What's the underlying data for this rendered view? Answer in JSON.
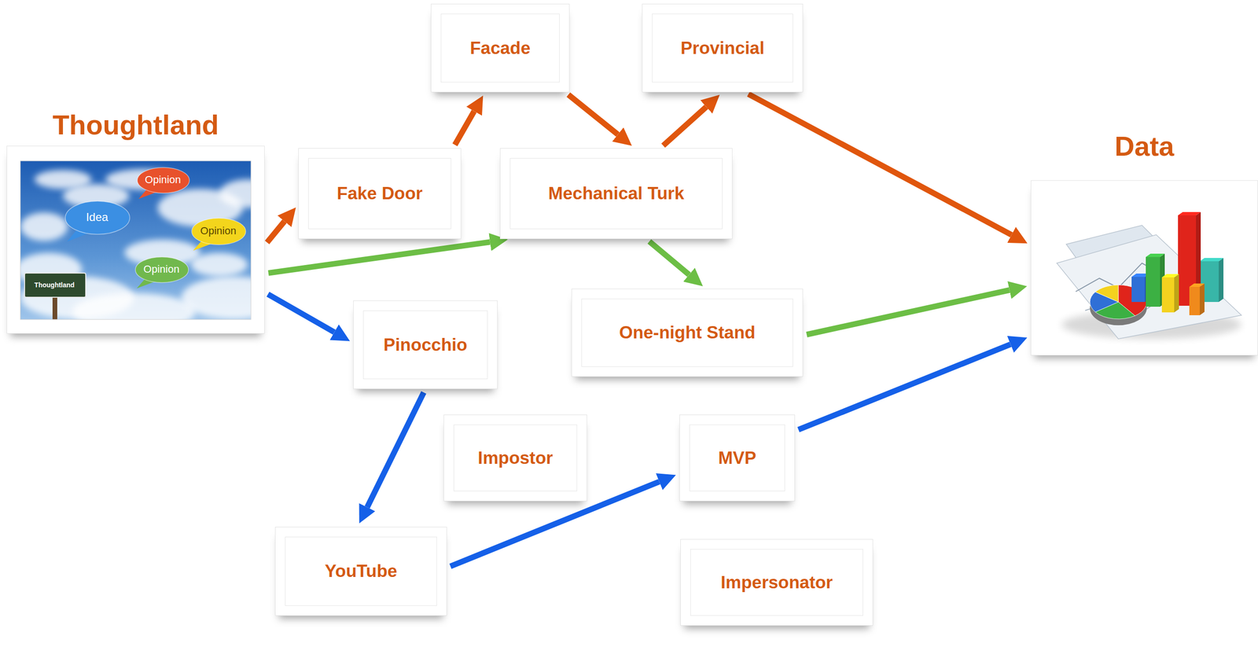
{
  "diagram": {
    "nodes": [
      {
        "text": [
          "Thoughtland"
        ]
      },
      {
        "text": [
          "Facade"
        ]
      },
      {
        "text": [
          "Provincial"
        ]
      },
      {
        "text": [
          "Fake Door"
        ]
      },
      {
        "text": [
          "Mechanical Turk"
        ]
      },
      {
        "text": [
          "Data"
        ]
      },
      {
        "text": [
          "Pinocchio"
        ]
      },
      {
        "text": [
          "One-night Stand"
        ]
      },
      {
        "text": [
          "Impostor"
        ]
      },
      {
        "text": [
          "MVP"
        ]
      },
      {
        "text": [
          "YouTube"
        ]
      },
      {
        "text": [
          "Impersonator"
        ]
      }
    ],
    "edges": [
      {
        "from": 0,
        "to": 3,
        "arrow": "to"
      },
      {
        "from": 3,
        "to": 1,
        "arrow": "to"
      },
      {
        "from": 1,
        "to": 4,
        "arrow": "to"
      },
      {
        "from": 4,
        "to": 2,
        "arrow": "to"
      },
      {
        "from": 2,
        "to": 5,
        "arrow": "to"
      },
      {
        "from": 0,
        "to": 4,
        "arrow": "to"
      },
      {
        "from": 4,
        "to": 7,
        "arrow": "to"
      },
      {
        "from": 7,
        "to": 5,
        "arrow": "to"
      },
      {
        "from": 0,
        "to": 6,
        "arrow": "to"
      },
      {
        "from": 6,
        "to": 10,
        "arrow": "to"
      },
      {
        "from": 10,
        "to": 9,
        "arrow": "to"
      },
      {
        "from": 9,
        "to": 5,
        "arrow": "to"
      }
    ],
    "labels": [
      "Opinion",
      "Idea",
      "Opinion",
      "Opinion",
      "Thoughtland"
    ]
  }
}
